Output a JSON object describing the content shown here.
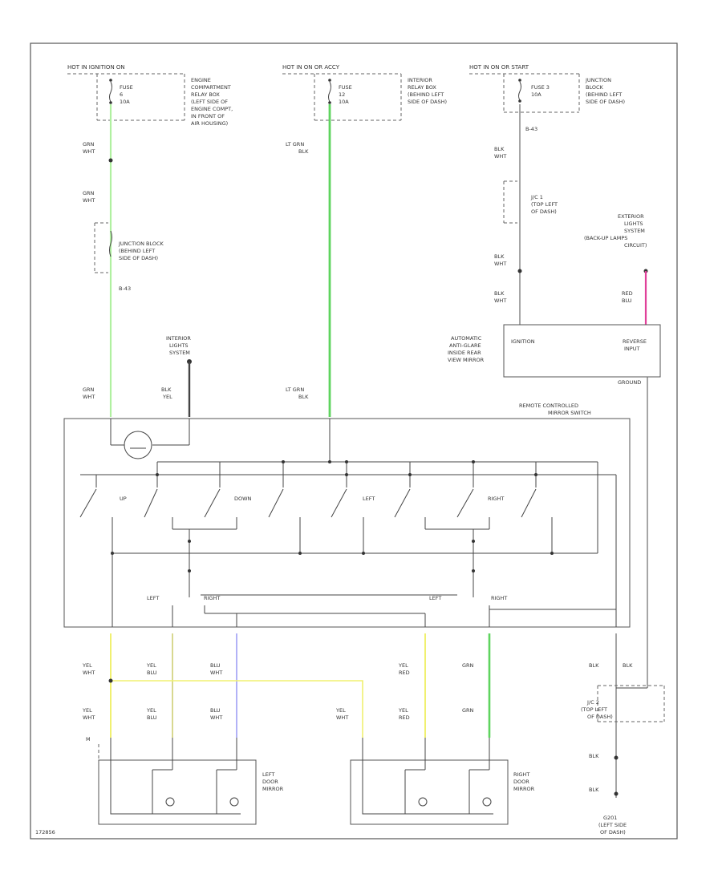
{
  "power": {
    "ign_on": {
      "label": "HOT IN IGNITION ON",
      "fuse": "FUSE",
      "fuse_num": "6",
      "amps": "10A",
      "location": [
        "ENGINE",
        "COMPARTMENT",
        "RELAY BOX",
        "(LEFT SIDE OF",
        "ENGINE COMPT,",
        "IN FRONT OF",
        "AIR HOUSING)"
      ]
    },
    "acc": {
      "label": "HOT IN ON OR ACCY",
      "fuse": "FUSE",
      "fuse_num": "12",
      "amps": "10A",
      "location": [
        "INTERIOR",
        "RELAY BOX",
        "(BEHIND LEFT",
        "SIDE OF DASH)"
      ]
    },
    "start": {
      "label": "HOT IN ON OR START",
      "fuse": "FUSE 3",
      "amps": "10A",
      "location": [
        "JUNCTION",
        "BLOCK",
        "(BEHIND LEFT",
        "SIDE OF DASH)"
      ]
    }
  },
  "wires": {
    "grn_wht_1": [
      "GRN",
      "WHT"
    ],
    "grn_wht_2": [
      "GRN",
      "WHT"
    ],
    "grn_wht_3": [
      "GRN",
      "WHT"
    ],
    "lt_grn_blk_1": [
      "LT GRN",
      "BLK"
    ],
    "lt_grn_blk_2": [
      "LT GRN",
      "BLK"
    ],
    "blk_wht_1": [
      "BLK",
      "WHT"
    ],
    "blk_wht_2": [
      "BLK",
      "WHT"
    ],
    "blk_wht_3": [
      "BLK",
      "WHT"
    ],
    "red_blu": [
      "RED",
      "BLU"
    ],
    "blk_yel": [
      "BLK",
      "YEL"
    ],
    "blk_1": "BLK",
    "blk_2": "BLK",
    "blk_3": "BLK",
    "blk_4": "BLK",
    "yel_wht_1": [
      "YEL",
      "WHT"
    ],
    "yel_blu_1": [
      "YEL",
      "BLU"
    ],
    "blu_wht_1": [
      "BLU",
      "WHT"
    ],
    "yel_red_1": [
      "YEL",
      "RED"
    ],
    "grn_1": "GRN",
    "yel_wht_2": [
      "YEL",
      "WHT"
    ],
    "yel_blu_2": [
      "YEL",
      "BLU"
    ],
    "blu_wht_2": [
      "BLU",
      "WHT"
    ],
    "yel_wht_3": [
      "YEL",
      "WHT"
    ],
    "yel_red_2": [
      "YEL",
      "RED"
    ],
    "grn_2": "GRN"
  },
  "connectors": {
    "jb": "JUNCTION BLOCK",
    "jb_loc": [
      "(BEHIND LEFT",
      "SIDE OF DASH)"
    ],
    "jb_code": "B-43",
    "jc1": "J/C 1",
    "jc1_loc": [
      "(TOP LEFT",
      "OF DASH)"
    ],
    "jc2": "J/C 2",
    "jc2_loc": [
      "(TOP LEFT",
      "OF DASH)"
    ],
    "start_code": "B-43"
  },
  "components": {
    "int_lights": [
      "INTERIOR",
      "LIGHTS",
      "SYSTEM"
    ],
    "ext_lights": [
      "EXTERIOR",
      "LIGHTS",
      "SYSTEM",
      "(BACK-UP LAMPS",
      "CIRCUIT)"
    ],
    "mirror_label": [
      "AUTOMATIC",
      "ANTI-GLARE",
      "INSIDE REAR",
      "VIEW MIRROR"
    ],
    "ignition": "IGNITION",
    "reverse": [
      "REVERSE",
      "INPUT"
    ],
    "ground": "GROUND",
    "switch_title": [
      "REMOTE CONTROLLED",
      "MIRROR SWITCH"
    ],
    "up": "UP",
    "down": "DOWN",
    "left": "LEFT",
    "right": "RIGHT",
    "sel_left_1": "LEFT",
    "sel_right_1": "RIGHT",
    "sel_left_2": "LEFT",
    "sel_right_2": "RIGHT",
    "left_mirror": [
      "LEFT",
      "DOOR",
      "MIRROR"
    ],
    "right_mirror": [
      "RIGHT",
      "DOOR",
      "MIRROR"
    ],
    "gnd_point": [
      "G201",
      "(LEFT SIDE",
      "OF DASH)"
    ],
    "m_label": "M",
    "fig": "172856"
  },
  "colors": {
    "grn": "#7fe07f",
    "ltgrn": "#5fd45f",
    "yel": "#f0f070",
    "blu": "#9f9ff5",
    "red": "#e0409a",
    "gray": "#777777"
  }
}
